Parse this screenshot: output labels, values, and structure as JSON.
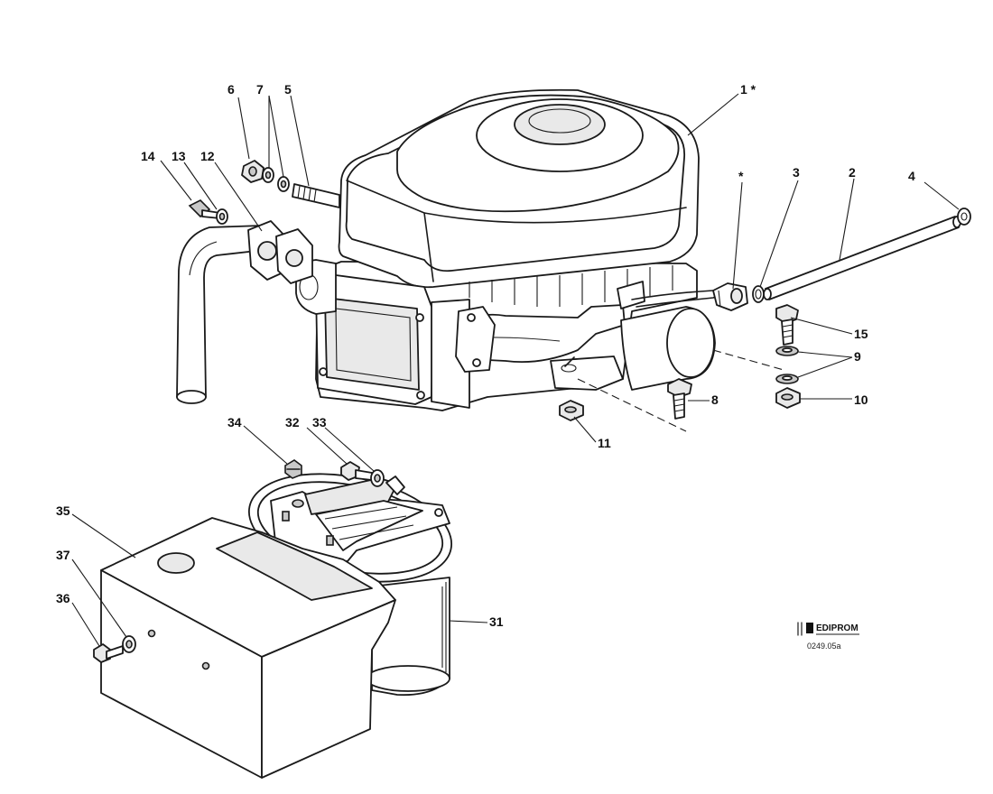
{
  "callouts": {
    "c1": "1 *",
    "c2": "2",
    "c3": "3",
    "c4": "4",
    "c5": "5",
    "c6": "6",
    "c7": "7",
    "c8": "8",
    "c9": "9",
    "c10": "10",
    "c11": "11",
    "c12": "12",
    "c13": "13",
    "c14": "14",
    "c15": "15",
    "c31": "31",
    "c32": "32",
    "c33": "33",
    "c34": "34",
    "c35": "35",
    "c36": "36",
    "c37": "37",
    "star": "*"
  },
  "logo": {
    "brand": "EDIPROM",
    "code": "0249.05a"
  }
}
